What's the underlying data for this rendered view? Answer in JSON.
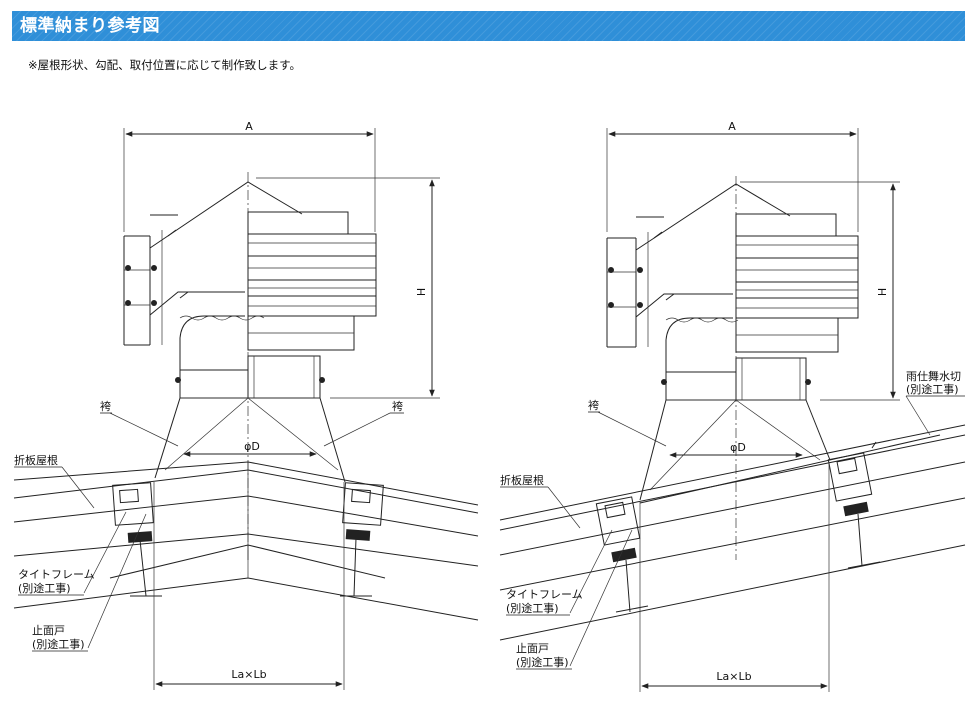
{
  "header": {
    "title": "標準納まり参考図",
    "note": "※屋根形状、勾配、取付位置に応じて制作致します。",
    "accent_color": "#2f8fd8"
  },
  "left_diagram": {
    "dim_width": "A",
    "dim_height": "H",
    "dim_diameter": "φD",
    "dim_bottom": "La×Lb",
    "label_skirt_left": "袴",
    "label_skirt_right": "袴",
    "label_roof": "折板屋根",
    "label_frame_1": "タイトフレーム",
    "label_frame_2": "(別途工事)",
    "label_stop_1": "止面戸",
    "label_stop_2": "(別途工事)"
  },
  "right_diagram": {
    "dim_width": "A",
    "dim_height": "H",
    "dim_diameter": "φD",
    "dim_bottom": "La×Lb",
    "label_skirt": "袴",
    "label_flashing_1": "雨仕舞水切",
    "label_flashing_2": "(別途工事)",
    "label_roof": "折板屋根",
    "label_frame_1": "タイトフレーム",
    "label_frame_2": "(別途工事)",
    "label_stop_1": "止面戸",
    "label_stop_2": "(別途工事)"
  }
}
